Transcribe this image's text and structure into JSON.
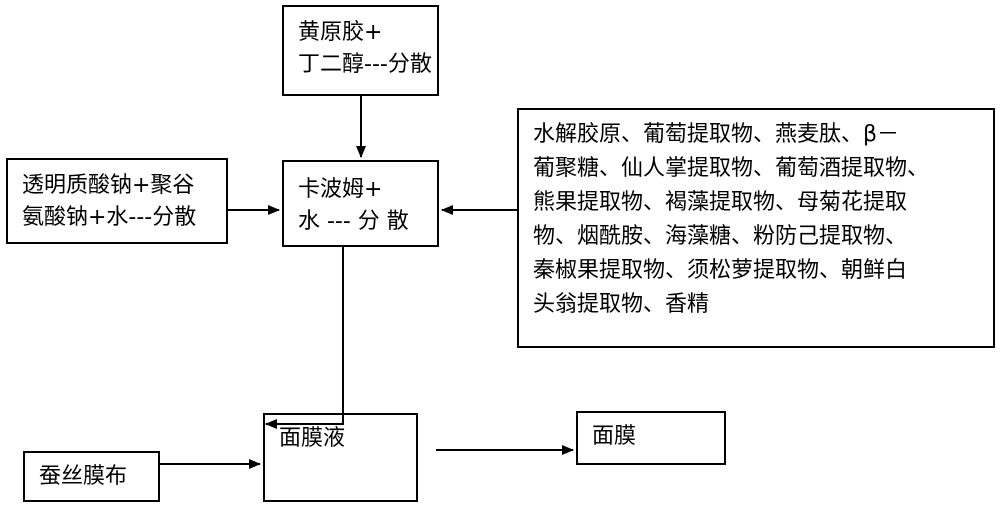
{
  "boxes": {
    "top": {
      "line1": "黄原胶+",
      "line2": "丁二醇---分散"
    },
    "left": {
      "line1": "透明质酸钠+聚谷",
      "line2": "氨酸钠+水---分散"
    },
    "center": {
      "line1": "卡波姆+",
      "line2": "水 --- 分 散"
    },
    "right": {
      "lines": [
        "水解胶原、葡萄提取物、燕麦肽、β－",
        "葡聚糖、仙人掌提取物、葡萄酒提取物、",
        "熊果提取物、褐藻提取物、母菊花提取",
        "物、烟酰胺、海藻糖、粉防己提取物、",
        "秦椒果提取物、须松萝提取物、朝鲜白",
        "头翁提取物、香精"
      ]
    },
    "liquid": {
      "label": "面膜液"
    },
    "cloth": {
      "label": "蚕丝膜布"
    },
    "mask": {
      "label": "面膜"
    }
  }
}
